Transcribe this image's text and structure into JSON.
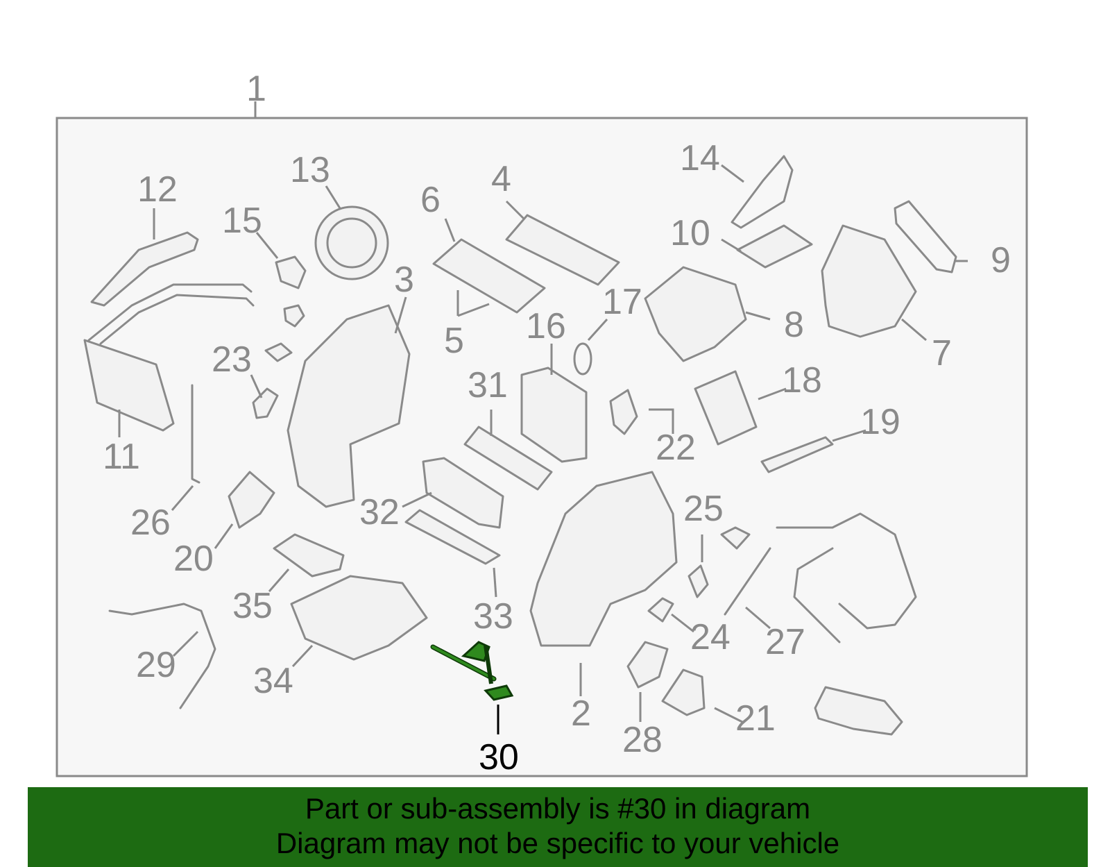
{
  "diagram": {
    "colors": {
      "background": "#f7f7f7",
      "line": "#8a8a8a",
      "highlight_part": "#1d6b12",
      "banner": "#1d6b12"
    },
    "highlighted_callout": "30",
    "callouts": [
      "1",
      "2",
      "3",
      "4",
      "5",
      "6",
      "7",
      "8",
      "9",
      "10",
      "11",
      "12",
      "13",
      "14",
      "15",
      "16",
      "17",
      "18",
      "19",
      "20",
      "21",
      "22",
      "23",
      "24",
      "25",
      "26",
      "27",
      "28",
      "29",
      "30",
      "31",
      "32",
      "33",
      "34",
      "35"
    ]
  },
  "banner": {
    "line1": "Part or sub-assembly is #30 in diagram",
    "line2": "Diagram may not be specific to your vehicle"
  }
}
